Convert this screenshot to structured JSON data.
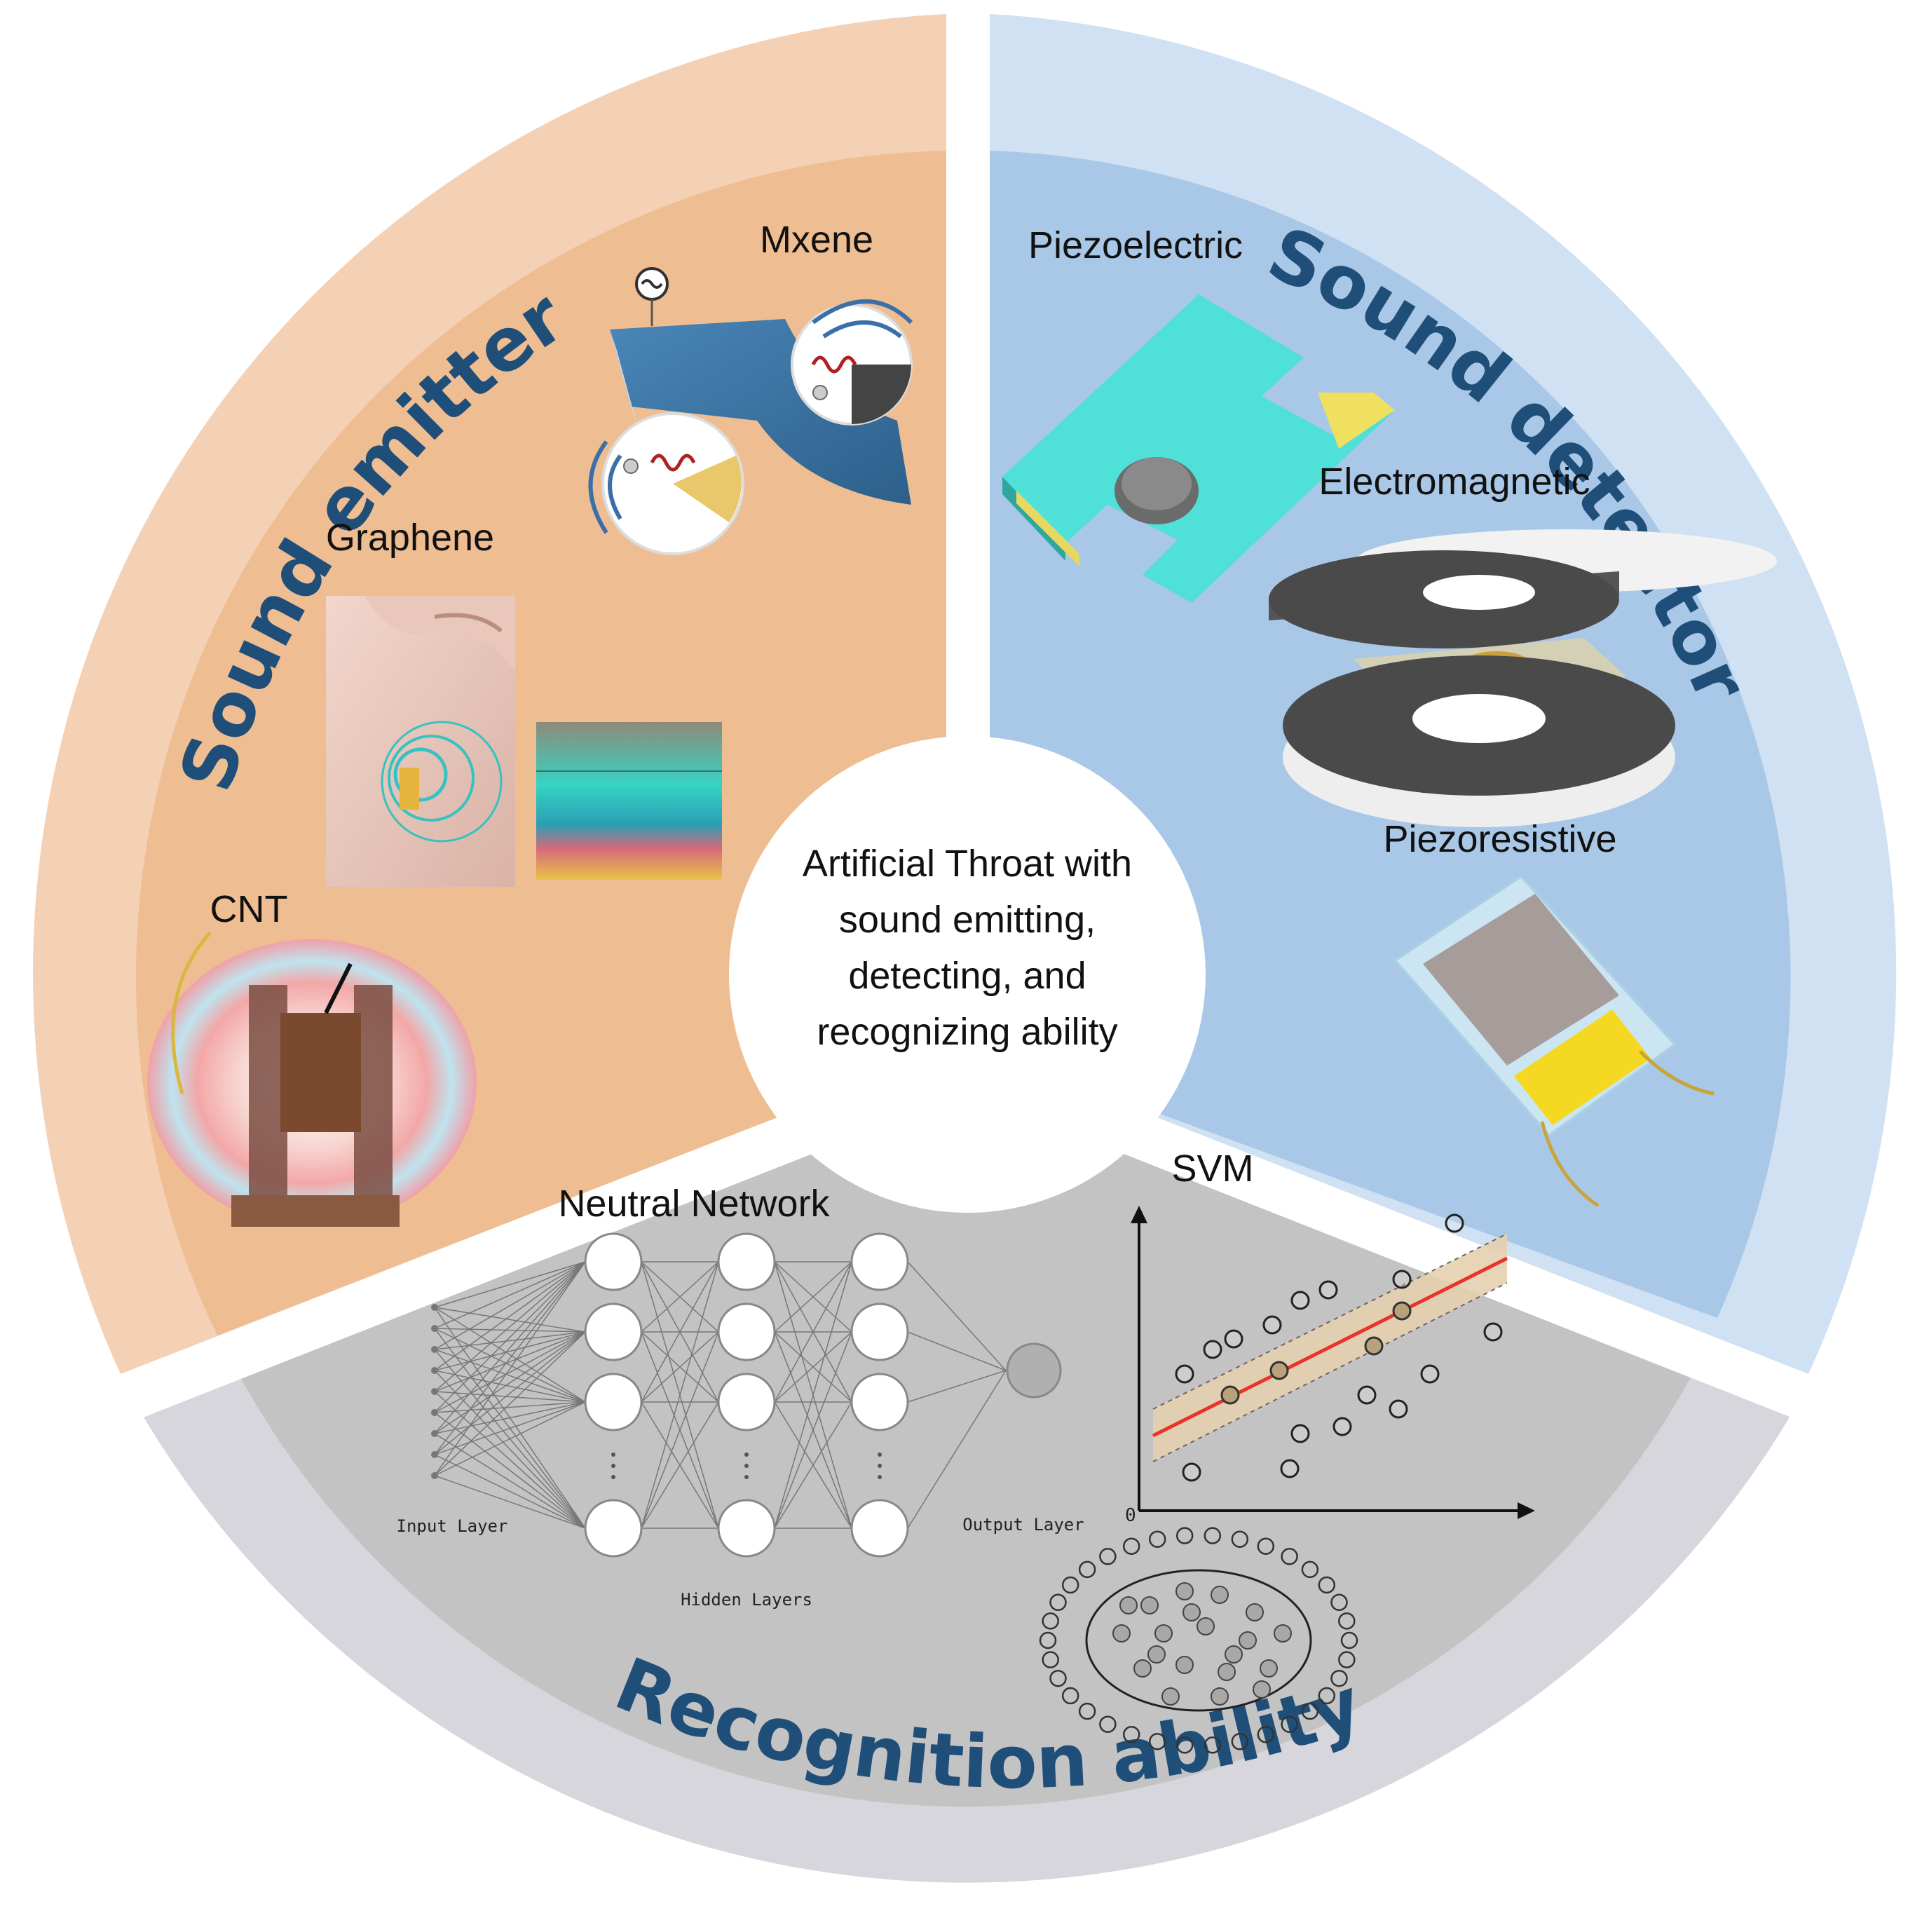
{
  "center": {
    "lines": [
      "Artificial Throat with",
      "sound emitting,",
      "detecting, and",
      "recognizing ability"
    ]
  },
  "sectors": {
    "emitter": {
      "title": "Sound emitter",
      "items": [
        "Mxene",
        "Graphene",
        "CNT"
      ],
      "colors": {
        "outer": "#f4d0b4",
        "inner": "#efbd92"
      }
    },
    "detector": {
      "title": "Sound detector",
      "items": [
        "Piezoelectric",
        "Electromagnetic",
        "Piezoresistive"
      ],
      "colors": {
        "outer": "#cfe1f2",
        "inner": "#a9c7e6"
      }
    },
    "recognition": {
      "title": "Recognition ability",
      "items": [
        "Neutral Network",
        "SVM"
      ],
      "colors": {
        "outer": "#d6d6dc",
        "inner": "#c4c3c3"
      }
    }
  },
  "network": {
    "input_label": "Input Layer",
    "hidden_label": "Hidden Layers",
    "output_label": "Output Layer"
  },
  "svm": {
    "origin_label": "0"
  },
  "colors": {
    "title_text": "#1f4e79",
    "svm_line": "#e8332a",
    "svm_band": "#e6cfae"
  }
}
